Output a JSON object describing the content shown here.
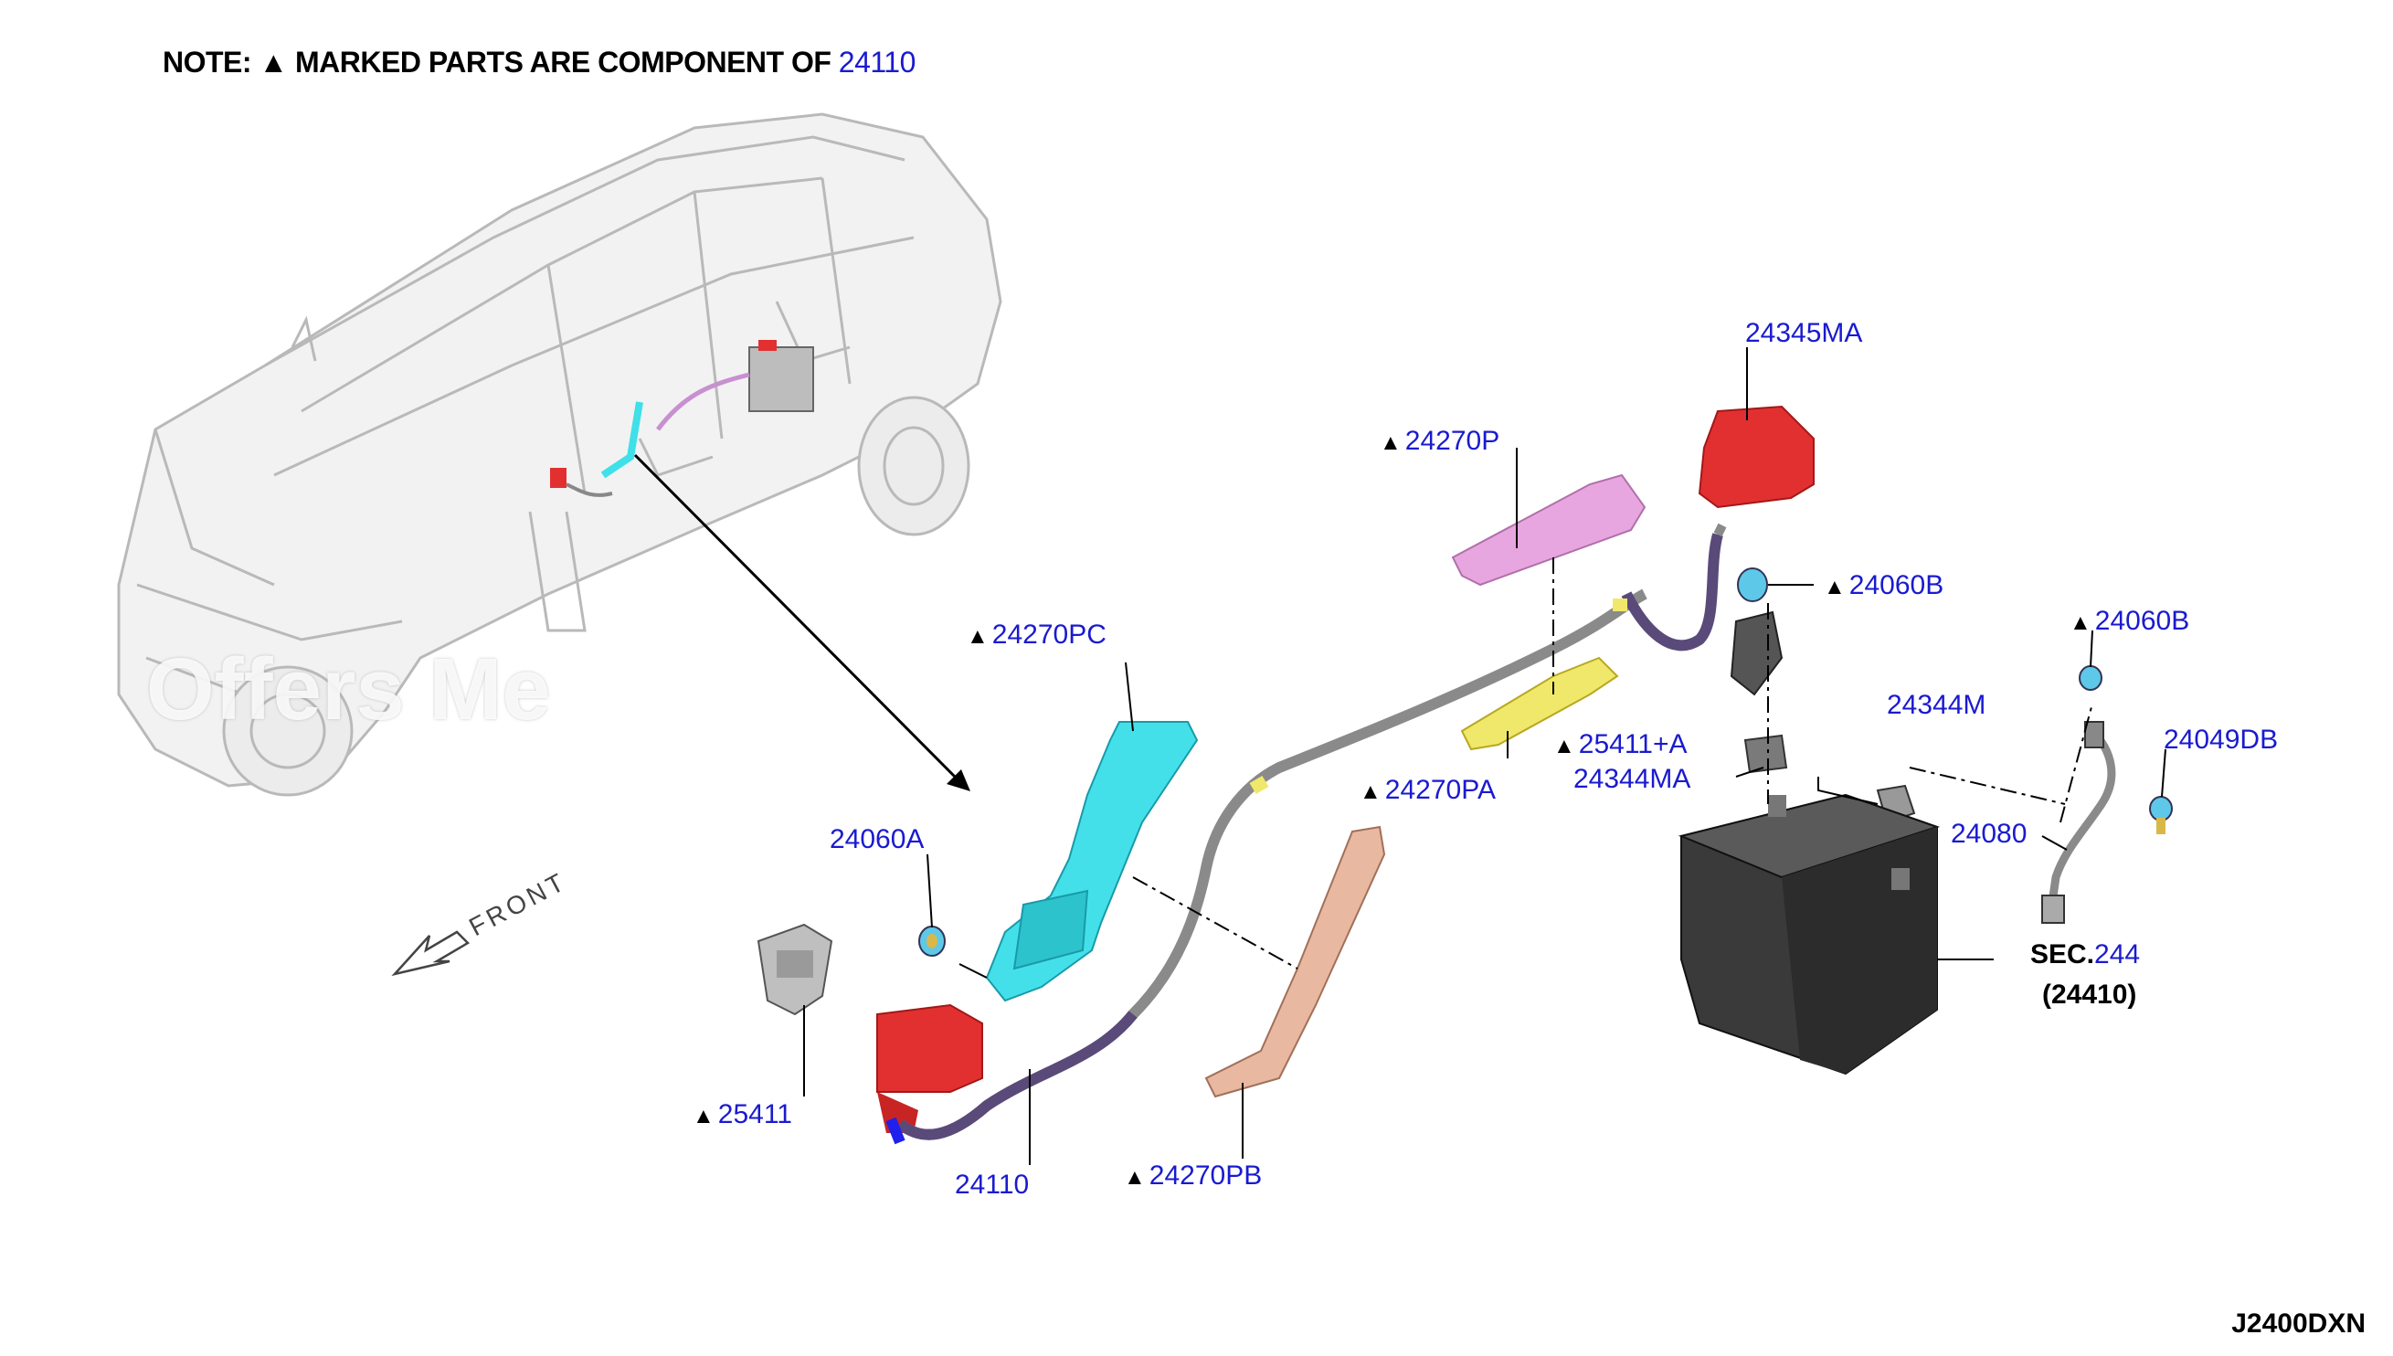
{
  "note": {
    "text": "NOTE: ▲ MARKED PARTS ARE COMPONENT OF",
    "ref": "24110"
  },
  "labels": {
    "p24345MA": "24345MA",
    "p24270P": "24270P",
    "p24060B_1": "24060B",
    "p24060B_2": "24060B",
    "p24270PC": "24270PC",
    "p25411A": "25411+A",
    "p24344M": "24344M",
    "p24049DB": "24049DB",
    "p24270PA": "24270PA",
    "p24344MA": "24344MA",
    "p24080": "24080",
    "p24060A": "24060A",
    "sec_prefix": "SEC.",
    "sec_ref": "244",
    "sec_sub": "(24410)",
    "p25411": "25411",
    "p24110": "24110",
    "p24270PB": "24270PB",
    "triangle": "▲"
  },
  "front_label": "FRONT",
  "diagram_code": "J2400DXN",
  "watermark": "Offers Me",
  "colors": {
    "label_blue": "#1a1ad0",
    "terminal_red": "#e23030",
    "bracket_cyan": "#3fe0e8",
    "bracket_pink": "#e8a6e0",
    "bracket_yellow": "#f0e86a",
    "strap_tan": "#e8b8a0",
    "battery_dark": "#3a3a3a"
  }
}
